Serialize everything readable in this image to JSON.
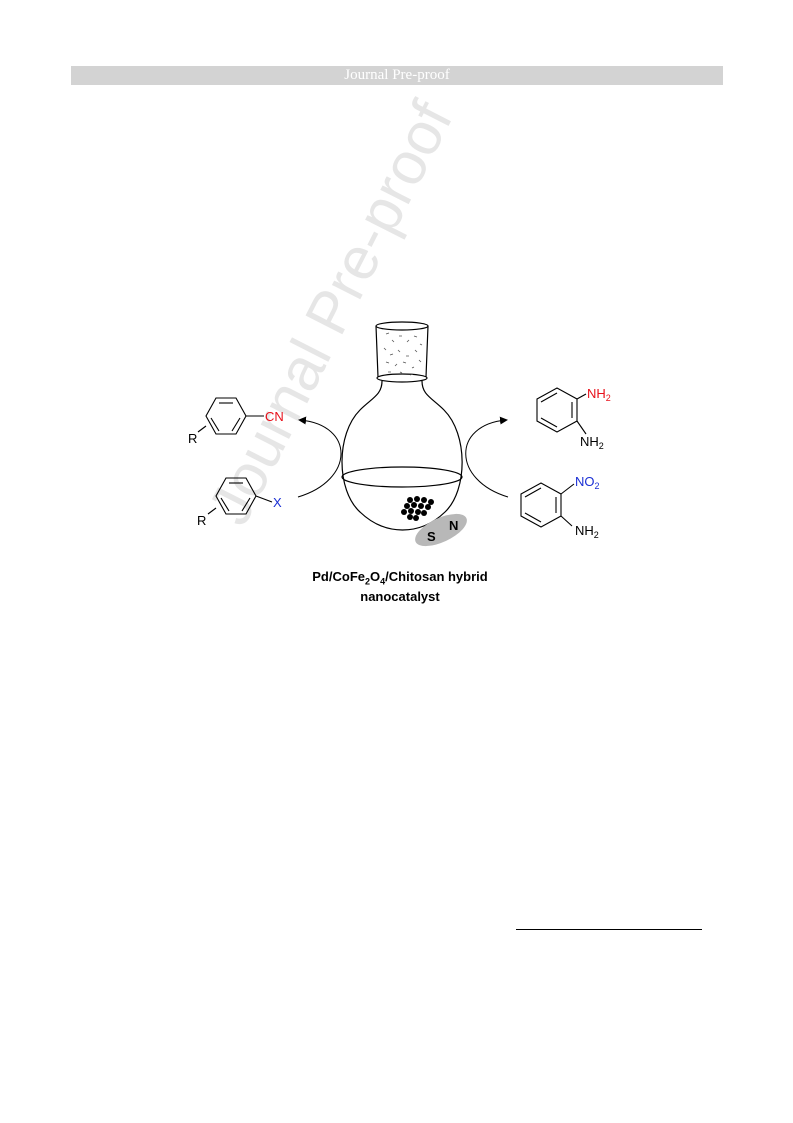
{
  "header": {
    "banner": "Journal Pre-proof"
  },
  "watermark": "Journal Pre-proof",
  "scheme": {
    "left_top": {
      "group": "CN",
      "substituent": "R",
      "group_color": "#e8101a"
    },
    "left_bottom": {
      "group": "X",
      "substituent": "R",
      "group_color": "#1a2fd4"
    },
    "right_top": {
      "group_top": "NH",
      "group_top_sub": "2",
      "group_top_color": "#e8101a",
      "group_bottom": "NH",
      "group_bottom_sub": "2"
    },
    "right_bottom": {
      "group_top": "NO",
      "group_top_sub": "2",
      "group_top_color": "#1a2fd4",
      "group_bottom": "NH",
      "group_bottom_sub": "2"
    },
    "magnet": {
      "left": "S",
      "right": "N"
    }
  },
  "caption": {
    "line1_a": "Pd/CoFe",
    "line1_sub1": "2",
    "line1_b": "O",
    "line1_sub2": "4",
    "line1_c": "/Chitosan hybrid",
    "line2": "nanocatalyst"
  }
}
